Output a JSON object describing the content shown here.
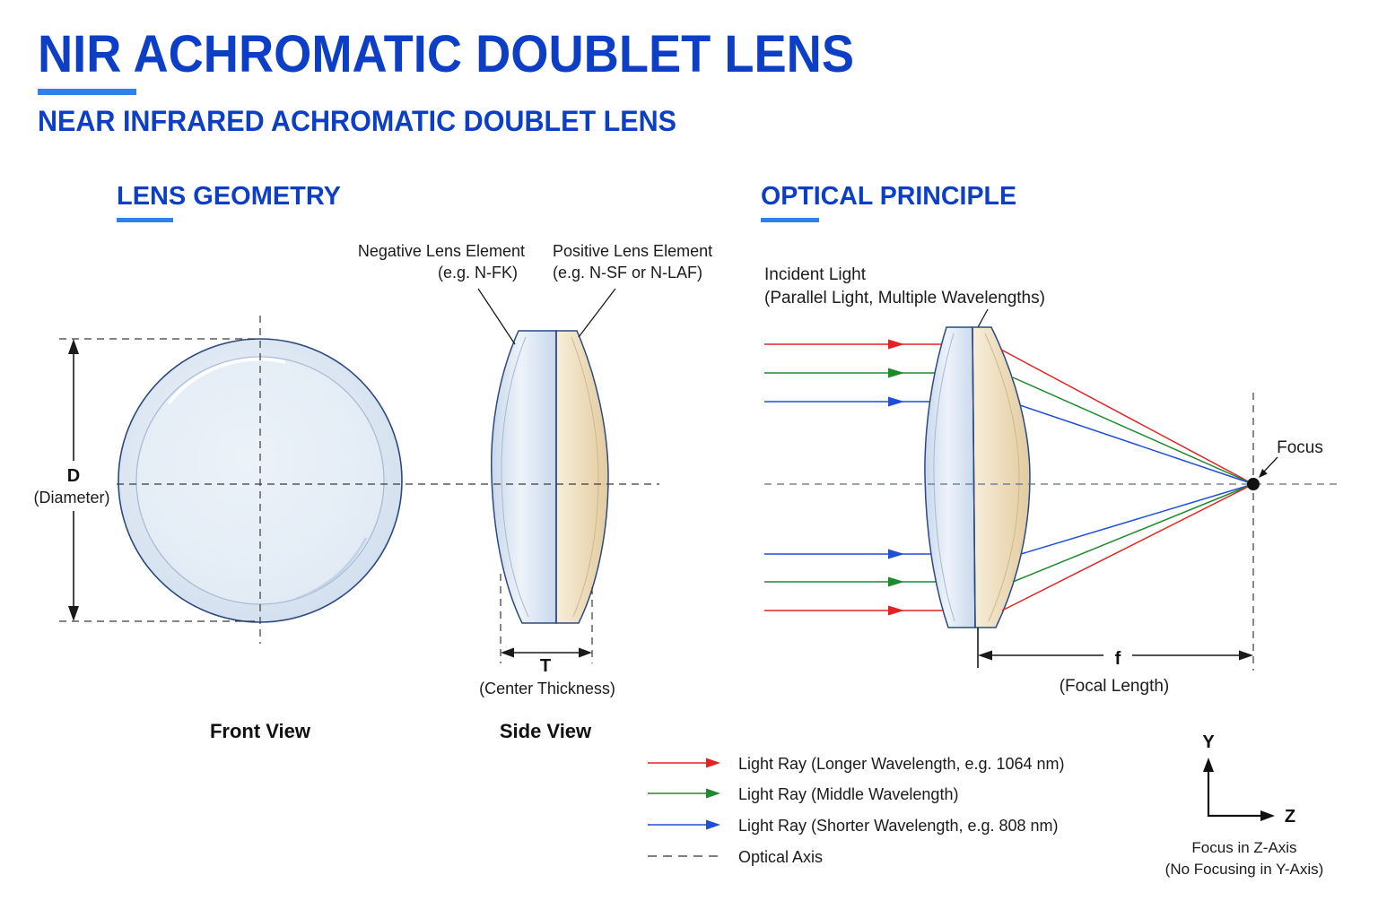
{
  "title": "NIR ACHROMATIC DOUBLET LENS",
  "subtitle": "NEAR INFRARED ACHROMATIC DOUBLET LENS",
  "lens_geometry": {
    "heading": "LENS GEOMETRY",
    "negative_element": {
      "label": "Negative Lens Element",
      "example": "(e.g. N-FK)"
    },
    "positive_element": {
      "label": "Positive Lens Element",
      "example": "(e.g. N-SF or N-LAF)"
    },
    "diameter": {
      "symbol": "D",
      "label": "(Diameter)"
    },
    "thickness": {
      "symbol": "T",
      "label": "(Center Thickness)"
    },
    "front_view_caption": "Front View",
    "side_view_caption": "Side View"
  },
  "optical_principle": {
    "heading": "OPTICAL PRINCIPLE",
    "incident_light": {
      "line1": "Incident Light",
      "line2": "(Parallel Light, Multiple Wavelengths)"
    },
    "focus_label": "Focus",
    "focal_length": {
      "symbol": "f",
      "label": "(Focal Length)"
    }
  },
  "legend": [
    {
      "label": "Light Ray (Longer Wavelength, e.g. 1064 nm)",
      "color": "#e32222"
    },
    {
      "label": "Light Ray (Middle Wavelength)",
      "color": "#1e8a2e"
    },
    {
      "label": "Light Ray (Shorter Wavelength, e.g. 808 nm)",
      "color": "#1f4fd6"
    },
    {
      "label": "Optical Axis",
      "color": "#333333"
    }
  ],
  "axes": {
    "y_label": "Y",
    "z_label": "Z",
    "note_line1": "Focus in Z-Axis",
    "note_line2": "(No Focusing in Y-Axis)"
  },
  "colors": {
    "heading_blue": "#0d3fc6",
    "accent_bar": "#2f80ea",
    "lens_outline": "#2b4a80",
    "negative_glass_light": "#eef3fa",
    "negative_glass_dark": "#c8d8ec",
    "positive_glass_light": "#f8eedb",
    "positive_glass_dark": "#e2cb9f",
    "front_glass_center": "#f2f6fb",
    "front_glass_edge": "#d2dfee"
  }
}
